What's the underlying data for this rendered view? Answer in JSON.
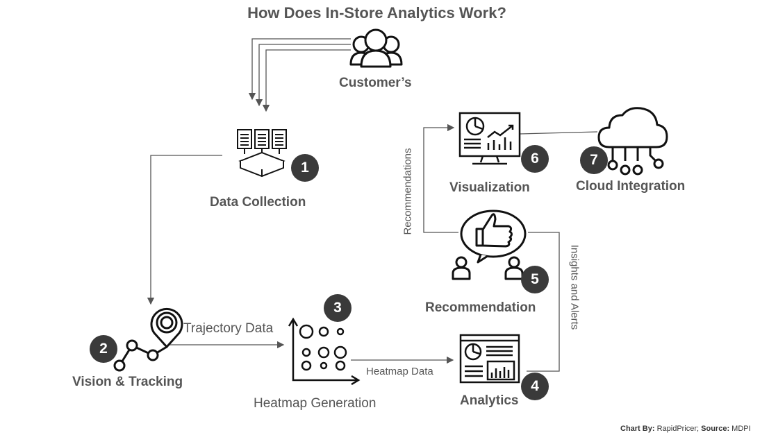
{
  "title": "How Does In-Store Analytics Work?",
  "nodes": {
    "customers": {
      "label": "Customer’s",
      "icon": "people-icon"
    },
    "data_collection": {
      "label": "Data Collection",
      "badge": "1",
      "icon": "documents-tray-icon"
    },
    "vision_tracking": {
      "label": "Vision & Tracking",
      "badge": "2",
      "icon": "location-path-icon"
    },
    "heatmap_generation": {
      "label": "Heatmap Generation",
      "badge": "3",
      "icon": "dot-plot-icon"
    },
    "analytics": {
      "label": "Analytics",
      "badge": "4",
      "icon": "dashboard-window-icon"
    },
    "recommendation": {
      "label": "Recommendation",
      "badge": "5",
      "icon": "thumbs-up-chat-icon"
    },
    "visualization": {
      "label": "Visualization",
      "badge": "6",
      "icon": "monitor-chart-icon"
    },
    "cloud_integration": {
      "label": "Cloud Integration",
      "badge": "7",
      "icon": "cloud-circuit-icon"
    }
  },
  "edges": {
    "trajectory": "Trajectory Data",
    "heatmap": "Heatmap Data",
    "insights": "Insights and Alerts",
    "recommendations": "Recommendations"
  },
  "credit": {
    "chart_by_label": "Chart By:",
    "chart_by_value": " RapidPricer; ",
    "source_label": "Source:",
    "source_value": " MDPI"
  },
  "colors": {
    "text": "#555555",
    "badge": "#3a3a3a",
    "line": "#555555",
    "icon": "#111111"
  }
}
